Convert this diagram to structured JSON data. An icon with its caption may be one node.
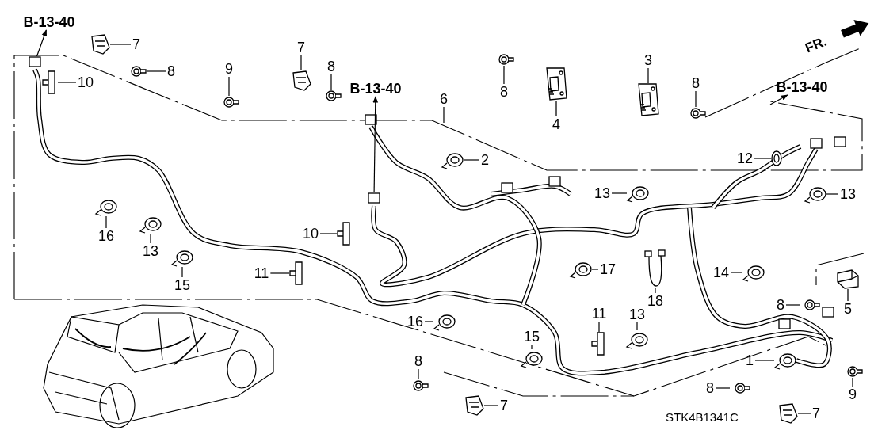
{
  "diagram": {
    "nodes": [
      {
        "text": [
          "B-13-40"
        ]
      },
      {
        "text": [
          "7"
        ]
      },
      {
        "text": [
          "8"
        ]
      },
      {
        "text": [
          "10"
        ]
      },
      {
        "text": [
          "9"
        ]
      },
      {
        "text": [
          "7"
        ]
      },
      {
        "text": [
          "8"
        ]
      },
      {
        "text": [
          "B-13-40"
        ]
      },
      {
        "text": [
          "6"
        ]
      },
      {
        "text": [
          "8"
        ]
      },
      {
        "text": [
          "4"
        ]
      },
      {
        "text": [
          "3"
        ]
      },
      {
        "text": [
          "8"
        ]
      },
      {
        "text": [
          "B-13-40"
        ]
      },
      {
        "text": [
          "2"
        ]
      },
      {
        "text": [
          "12"
        ]
      },
      {
        "text": [
          "13"
        ]
      },
      {
        "text": [
          "13"
        ]
      },
      {
        "text": [
          "16"
        ]
      },
      {
        "text": [
          "10"
        ]
      },
      {
        "text": [
          "13"
        ]
      },
      {
        "text": [
          "17"
        ]
      },
      {
        "text": [
          "11"
        ]
      },
      {
        "text": [
          "14"
        ]
      },
      {
        "text": [
          "15"
        ]
      },
      {
        "text": [
          "18"
        ]
      },
      {
        "text": [
          "8"
        ]
      },
      {
        "text": [
          "5"
        ]
      },
      {
        "text": [
          "11"
        ]
      },
      {
        "text": [
          "13"
        ]
      },
      {
        "text": [
          "16"
        ]
      },
      {
        "text": [
          "15"
        ]
      },
      {
        "text": [
          "1"
        ]
      },
      {
        "text": [
          "8"
        ]
      },
      {
        "text": [
          "8"
        ]
      },
      {
        "text": [
          "9"
        ]
      },
      {
        "text": [
          "7"
        ]
      },
      {
        "text": [
          "7"
        ]
      },
      {
        "text": [],
        "shape": "picture"
      },
      {
        "text": [],
        "shape": "picture"
      },
      {
        "text": [],
        "shape": "picture"
      },
      {
        "text": [],
        "shape": "picture"
      },
      {
        "text": [],
        "shape": "picture"
      },
      {
        "text": [],
        "shape": "picture"
      },
      {
        "text": [],
        "shape": "picture"
      },
      {
        "text": [],
        "shape": "picture"
      },
      {
        "text": [],
        "shape": "picture"
      },
      {
        "text": [],
        "shape": "picture"
      },
      {
        "text": [],
        "shape": "picture"
      },
      {
        "text": [],
        "shape": "picture"
      },
      {
        "text": [],
        "shape": "picture"
      },
      {
        "text": [],
        "shape": "picture"
      },
      {
        "text": [],
        "shape": "picture"
      },
      {
        "text": [],
        "shape": "picture"
      },
      {
        "text": [],
        "shape": "picture"
      },
      {
        "text": [],
        "shape": "picture"
      },
      {
        "text": [],
        "shape": "picture"
      },
      {
        "text": [],
        "shape": "picture"
      },
      {
        "text": [],
        "shape": "picture"
      },
      {
        "text": [],
        "shape": "picture"
      },
      {
        "text": [],
        "shape": "picture"
      },
      {
        "text": [],
        "shape": "picture"
      },
      {
        "text": [],
        "shape": "picture"
      },
      {
        "text": [],
        "shape": "picture"
      },
      {
        "text": [],
        "shape": "picture"
      },
      {
        "text": [],
        "shape": "picture"
      },
      {
        "text": [],
        "shape": "picture"
      },
      {
        "text": [],
        "shape": "picture"
      },
      {
        "text": [],
        "shape": "picture"
      },
      {
        "text": [],
        "shape": "picture"
      },
      {
        "text": [],
        "shape": "picture"
      },
      {
        "text": [],
        "shape": "picture"
      },
      {
        "text": [],
        "shape": "box"
      },
      {
        "text": [],
        "shape": "box"
      }
    ],
    "edges": [
      {
        "from": 72,
        "to": 0,
        "arrow": "to"
      },
      {
        "from": 1,
        "to": 38,
        "arrow": "none"
      },
      {
        "from": 2,
        "to": 39,
        "arrow": "none"
      },
      {
        "from": 3,
        "to": 40,
        "arrow": "none"
      },
      {
        "from": 4,
        "to": 41,
        "arrow": "none"
      },
      {
        "from": 5,
        "to": 42,
        "arrow": "none"
      },
      {
        "from": 6,
        "to": 43,
        "arrow": "none"
      },
      {
        "from": 73,
        "to": 7,
        "arrow": "to"
      },
      {
        "from": 8,
        "to": null,
        "arrow": "none"
      },
      {
        "from": 9,
        "to": 44,
        "arrow": "none"
      },
      {
        "from": 10,
        "to": 45,
        "arrow": "none"
      },
      {
        "from": 11,
        "to": 46,
        "arrow": "none"
      },
      {
        "from": 12,
        "to": 47,
        "arrow": "none"
      },
      {
        "from": null,
        "to": 13,
        "arrow": "to"
      },
      {
        "from": 14,
        "to": 48,
        "arrow": "none"
      },
      {
        "from": 15,
        "to": 49,
        "arrow": "none"
      },
      {
        "from": 16,
        "to": 50,
        "arrow": "none"
      },
      {
        "from": 17,
        "to": 51,
        "arrow": "none"
      },
      {
        "from": 18,
        "to": 52,
        "arrow": "none"
      },
      {
        "from": 19,
        "to": 53,
        "arrow": "none"
      },
      {
        "from": 20,
        "to": 54,
        "arrow": "none"
      },
      {
        "from": 21,
        "to": 55,
        "arrow": "none"
      },
      {
        "from": 22,
        "to": 56,
        "arrow": "none"
      },
      {
        "from": 23,
        "to": 57,
        "arrow": "none"
      },
      {
        "from": 24,
        "to": 58,
        "arrow": "none"
      },
      {
        "from": 25,
        "to": 59,
        "arrow": "none"
      },
      {
        "from": 26,
        "to": 60,
        "arrow": "none"
      },
      {
        "from": 27,
        "to": 61,
        "arrow": "none"
      },
      {
        "from": 28,
        "to": 62,
        "arrow": "none"
      },
      {
        "from": 29,
        "to": 63,
        "arrow": "none"
      },
      {
        "from": 30,
        "to": 64,
        "arrow": "none"
      },
      {
        "from": 31,
        "to": 65,
        "arrow": "none"
      },
      {
        "from": 32,
        "to": 66,
        "arrow": "none"
      },
      {
        "from": 33,
        "to": 67,
        "arrow": "none"
      },
      {
        "from": 34,
        "to": 68,
        "arrow": "none"
      },
      {
        "from": 35,
        "to": 69,
        "arrow": "none"
      },
      {
        "from": 36,
        "to": 70,
        "arrow": "none"
      },
      {
        "from": 37,
        "to": 71,
        "arrow": "none"
      }
    ],
    "labels": [
      "FR.",
      "STK4B1341C"
    ]
  }
}
